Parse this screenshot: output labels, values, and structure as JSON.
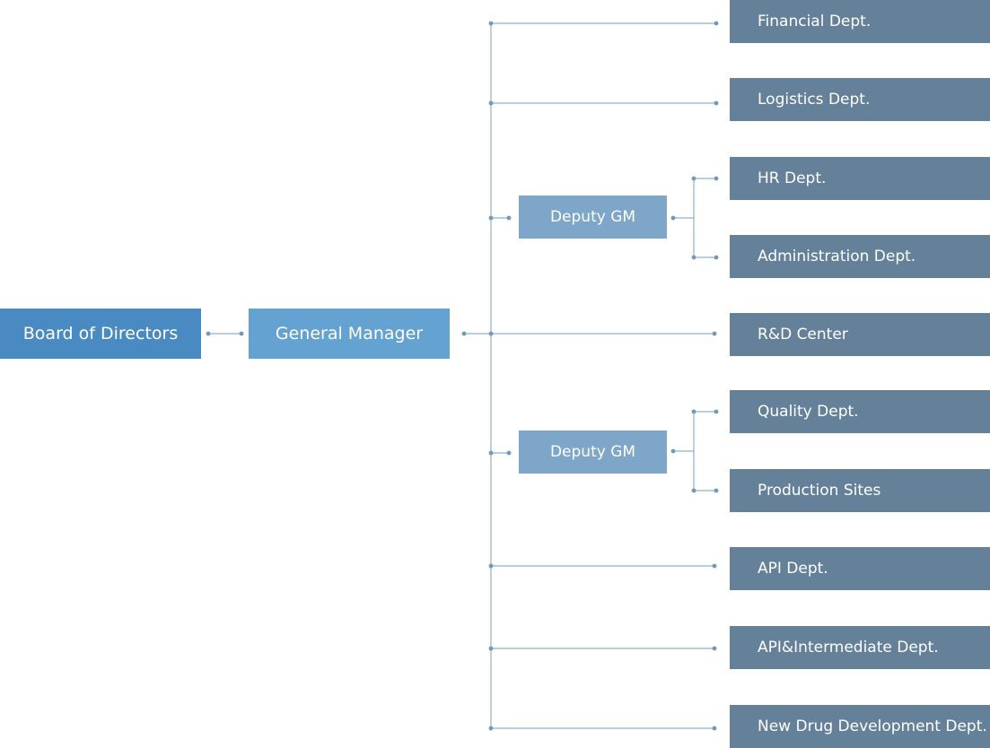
{
  "colors": {
    "board": "#4a8ac2",
    "general_manager": "#64a2d2",
    "deputy": "#7ea6c8",
    "department": "#65819a",
    "connector": "#8fb0cc",
    "connector_dot": "#6f99bd"
  },
  "board": {
    "label": "Board of Directors"
  },
  "general_manager": {
    "label": "General Manager"
  },
  "deputies": [
    {
      "label": "Deputy GM"
    },
    {
      "label": "Deputy GM"
    }
  ],
  "departments": [
    {
      "label": "Financial Dept."
    },
    {
      "label": "Logistics Dept."
    },
    {
      "label": "HR Dept."
    },
    {
      "label": "Administration Dept."
    },
    {
      "label": "R&D Center"
    },
    {
      "label": "Quality Dept."
    },
    {
      "label": "Production Sites"
    },
    {
      "label": "API Dept."
    },
    {
      "label": "API&Intermediate Dept."
    },
    {
      "label": "New Drug Development Dept."
    }
  ]
}
